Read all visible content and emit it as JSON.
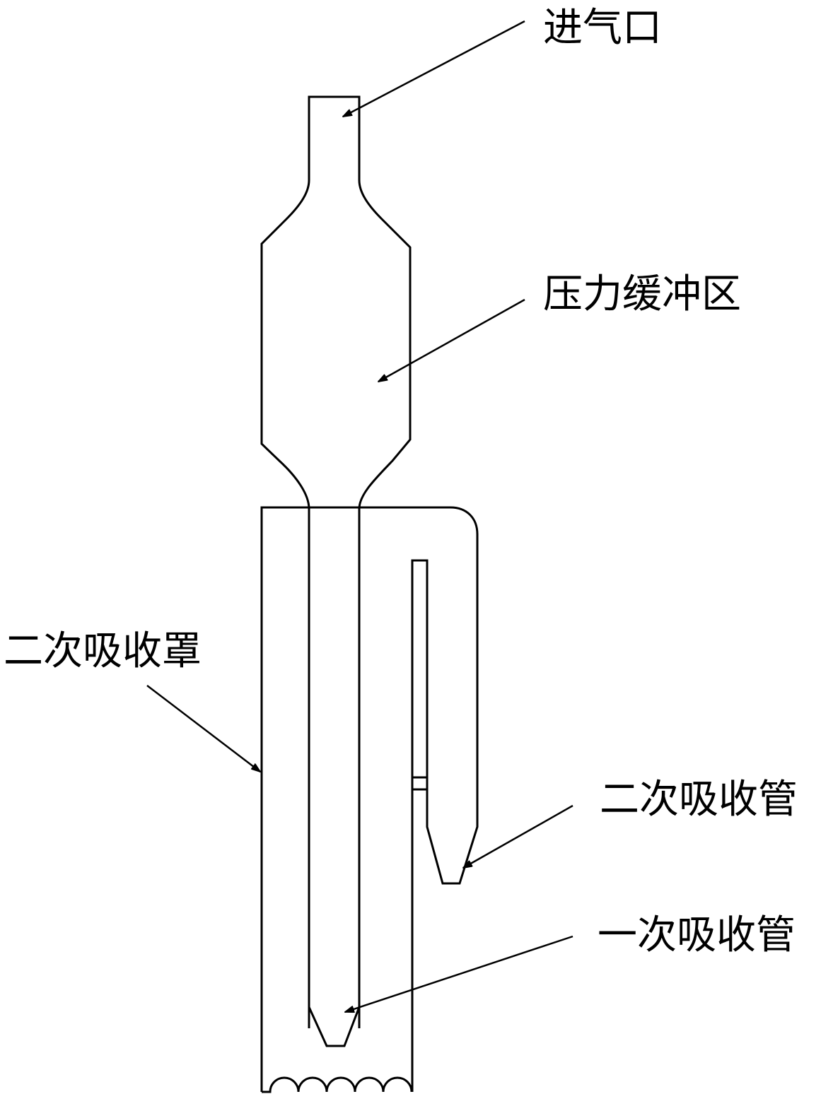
{
  "labels": {
    "inlet": "进气口",
    "pressure_buffer": "压力缓冲区",
    "secondary_hood": "二次吸收罩",
    "secondary_tube": "二次吸收管",
    "primary_tube": "一次吸收管"
  },
  "colors": {
    "line": "#000000",
    "background": "#ffffff"
  }
}
